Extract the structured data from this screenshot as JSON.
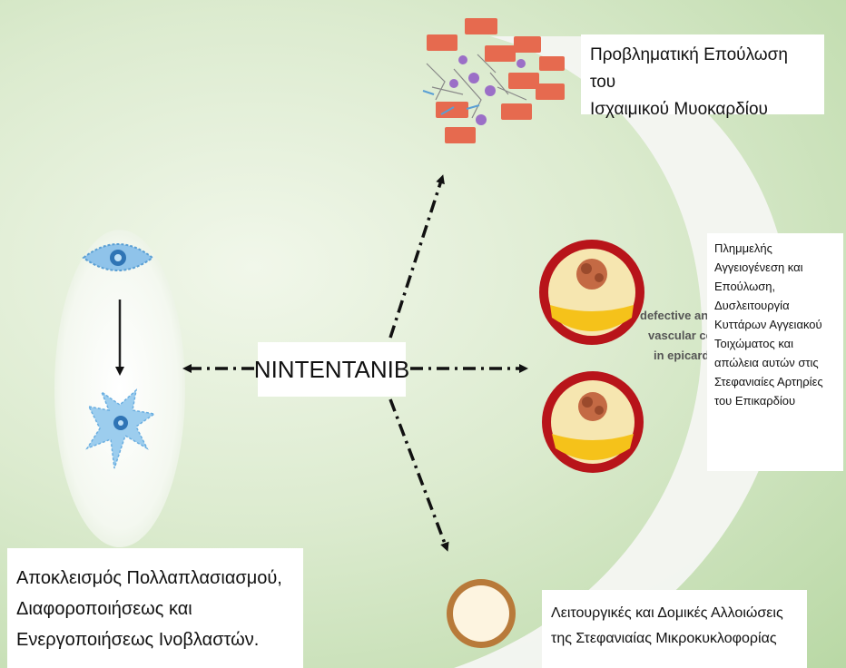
{
  "center_label": "NINTENTANIB",
  "top_right_box": {
    "lines": [
      "Προβληματική Επούλωση του",
      "Ισχαιμικού Μυοκαρδίου"
    ]
  },
  "right_box": {
    "lines": [
      "Πλημμελής",
      "Αγγειογένεση και",
      "Επούλωση,",
      "Δυσλειτουργία",
      "Κυττάρων Αγγειακού",
      "Τοιχώματος και",
      "απώλεια αυτών στις",
      "Στεφανιαίες Αρτηρίες",
      "του Επικαρδίου"
    ]
  },
  "left_box": {
    "lines": [
      "Αποκλεισμός Πολλαπλασιασμού,",
      "Διαφοροποιήσεως και",
      "Ενεργοποιήσεως Ινοβλαστών."
    ]
  },
  "bottom_box": {
    "lines": [
      "Λειτουργικές και Δομικές Αλλοιώσεις",
      "της Στεφανιαίας Μικροκυκλοφορίας"
    ]
  },
  "background_text": {
    "line1": "defective an",
    "line2": "vascular ce",
    "line3": "in epicard"
  },
  "colors": {
    "background": "#dcebcf",
    "arc": "#f4f6f2",
    "vessel_wall": "#b8141a",
    "vessel_lumen": "#f6e6b0",
    "vessel_blood": "#f5c21a",
    "cell_blue": "#5a9fd4",
    "cell_red": "#e66a4f",
    "cell_purple": "#9b6fc7"
  }
}
